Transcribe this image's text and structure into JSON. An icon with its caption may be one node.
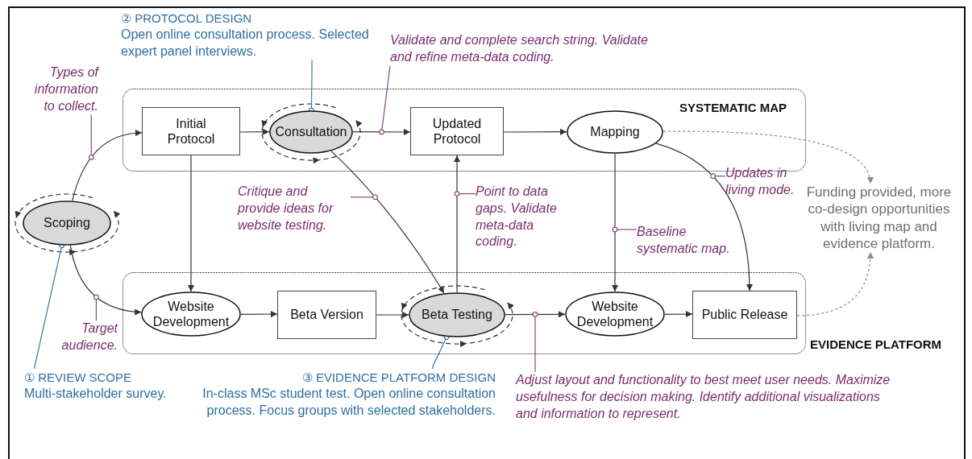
{
  "diagram": {
    "nodes": [
      {
        "text": [
          "SYSTEMATIC MAP"
        ]
      },
      {
        "text": [
          "EVIDENCE PLATFORM"
        ]
      },
      {
        "text": [
          "Initial Protocol"
        ],
        "in": 0
      },
      {
        "text": [
          "Consultation"
        ],
        "in": 0
      },
      {
        "text": [
          "Updated Protocol"
        ],
        "in": 0
      },
      {
        "text": [
          "Mapping"
        ],
        "in": 0
      },
      {
        "text": [
          "Scoping"
        ]
      },
      {
        "text": [
          "Website Development"
        ],
        "in": 1
      },
      {
        "text": [
          "Beta Version"
        ],
        "in": 1
      },
      {
        "text": [
          "Beta Testing"
        ],
        "in": 1
      },
      {
        "text": [
          "Website Development"
        ],
        "in": 1
      },
      {
        "text": [
          "Public Release"
        ],
        "in": 1
      },
      {
        "text": [
          "Funding provided, more co-design opportunities with living map and evidence platform."
        ]
      },
      {
        "text": [
          "② PROTOCOL DESIGN",
          "Open online consultation process. Selected expert panel interviews."
        ]
      },
      {
        "text": [
          "① REVIEW SCOPE",
          "Multi-stakeholder survey."
        ]
      },
      {
        "text": [
          "③ EVIDENCE PLATFORM DESIGN",
          "In-class MSc student test. Open online consultation process. Focus groups with selected stakeholders."
        ]
      },
      {
        "text": [
          "Types of information to collect."
        ]
      },
      {
        "text": [
          "Validate and complete search string. Validate and refine meta-data coding."
        ]
      },
      {
        "text": [
          "Critique and provide ideas for website testing."
        ]
      },
      {
        "text": [
          "Point to data gaps. Validate meta-data coding."
        ]
      },
      {
        "text": [
          "Updates in living mode."
        ]
      },
      {
        "text": [
          "Baseline systematic map."
        ]
      },
      {
        "text": [
          "Target audience."
        ]
      },
      {
        "text": [
          "Adjust layout and functionality to best meet user needs. Maximize usefulness for decision making. Identify additional visualizations and information to represent."
        ]
      }
    ],
    "edges": [
      {
        "from": 6,
        "to": 2,
        "arrow": "to"
      },
      {
        "from": 2,
        "to": 3,
        "arrow": "to"
      },
      {
        "from": 3,
        "to": 4,
        "arrow": "to"
      },
      {
        "from": 4,
        "to": 5,
        "arrow": "to"
      },
      {
        "from": 2,
        "to": 7,
        "arrow": "to"
      },
      {
        "from": 3,
        "to": 9,
        "arrow": "to"
      },
      {
        "from": 9,
        "to": 4,
        "arrow": "to"
      },
      {
        "from": 5,
        "to": 10,
        "arrow": "to"
      },
      {
        "from": 5,
        "to": 11,
        "arrow": "to"
      },
      {
        "from": 6,
        "to": 7,
        "arrow": "to"
      },
      {
        "from": 7,
        "to": 8,
        "arrow": "to"
      },
      {
        "from": 8,
        "to": 9,
        "arrow": "to"
      },
      {
        "from": 9,
        "to": 10,
        "arrow": "to"
      },
      {
        "from": 10,
        "to": 11,
        "arrow": "to"
      },
      {
        "from": 5,
        "to": 12,
        "arrow": "to",
        "style": "dashed",
        "color": "#888888"
      },
      {
        "from": 11,
        "to": 12,
        "arrow": "to",
        "style": "dashed",
        "color": "#888888"
      },
      {
        "from": 6,
        "to": 6,
        "arrow": "to",
        "style": "dashed"
      },
      {
        "from": 3,
        "to": 3,
        "arrow": "to",
        "style": "dashed"
      },
      {
        "from": 9,
        "to": 9,
        "arrow": "to",
        "style": "dashed"
      },
      {
        "from": 13,
        "to": 3,
        "arrow": "other",
        "color": "#3a78a8"
      },
      {
        "from": 14,
        "to": 6,
        "arrow": "other",
        "color": "#3a78a8"
      },
      {
        "from": 15,
        "to": 9,
        "arrow": "other",
        "color": "#3a78a8"
      },
      {
        "from": 16,
        "to": null,
        "arrow": "other",
        "color": "#8a4a80"
      },
      {
        "from": 17,
        "to": null,
        "arrow": "other",
        "color": "#8a4a80"
      },
      {
        "from": 18,
        "to": null,
        "arrow": "other",
        "color": "#8a4a80"
      },
      {
        "from": 19,
        "to": null,
        "arrow": "other",
        "color": "#8a4a80"
      },
      {
        "from": 20,
        "to": null,
        "arrow": "other",
        "color": "#8a4a80"
      },
      {
        "from": 21,
        "to": null,
        "arrow": "other",
        "color": "#8a4a80"
      },
      {
        "from": 22,
        "to": null,
        "arrow": "other",
        "color": "#8a4a80"
      },
      {
        "from": 23,
        "to": null,
        "arrow": "other",
        "color": "#8a4a80"
      }
    ]
  }
}
